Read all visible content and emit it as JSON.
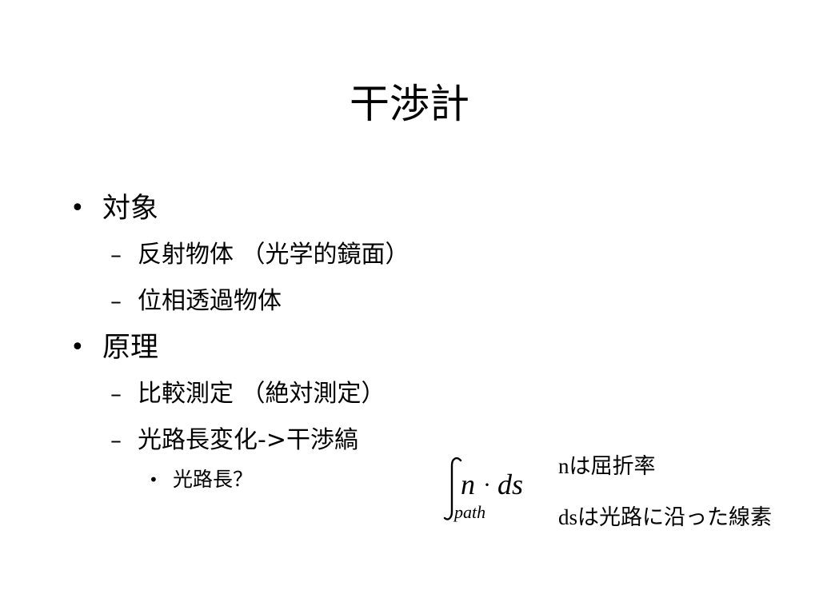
{
  "title": "干渉計",
  "bullets": [
    {
      "label": "対象",
      "children": [
        {
          "label": "反射物体 （光学的鏡面）"
        },
        {
          "label": "位相透過物体"
        }
      ]
    },
    {
      "label": "原理",
      "children": [
        {
          "label": "比較測定 （絶対測定）"
        },
        {
          "label": "光路長変化->干渉縞",
          "children": [
            {
              "label": "光路長？"
            }
          ]
        }
      ]
    }
  ],
  "markers": {
    "level1": "•",
    "level2": "–",
    "level3": "•"
  },
  "formula": {
    "integrand": "n · ds",
    "n": "n",
    "dot": "·",
    "ds": "ds",
    "subscript": "path"
  },
  "notes": [
    {
      "symbol": "n",
      "text": "は屈折率"
    },
    {
      "symbol": "ds",
      "text": "は光路に沿った線素"
    }
  ]
}
